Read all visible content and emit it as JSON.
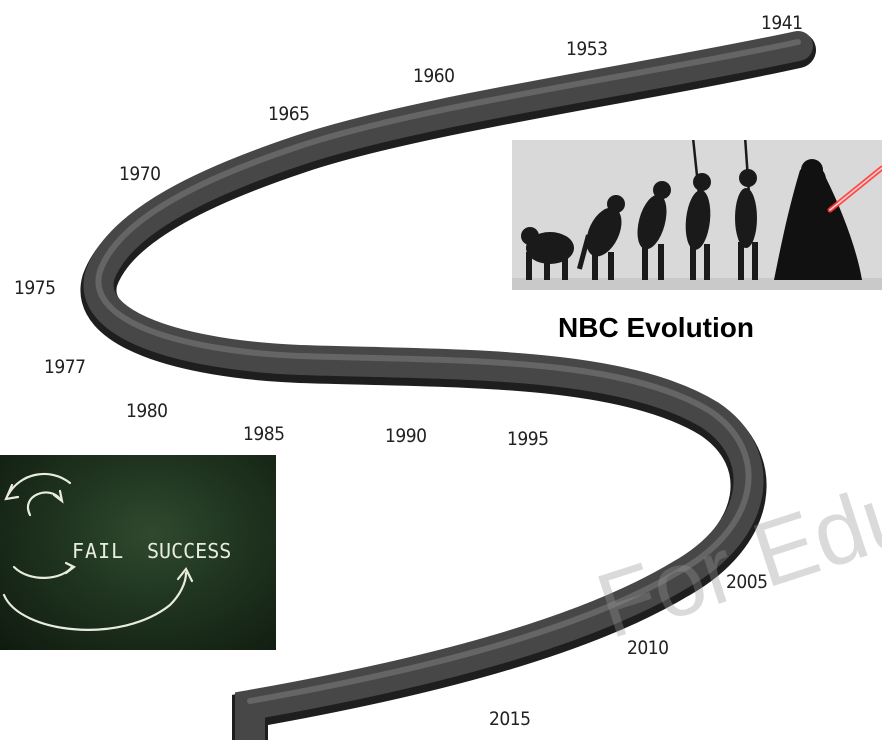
{
  "timeline": {
    "years": [
      "1941",
      "1953",
      "1960",
      "1965",
      "1970",
      "1975",
      "1977",
      "1980",
      "1985",
      "1990",
      "1995",
      "2005",
      "2010",
      "2015"
    ]
  },
  "evolution_image": {
    "caption": "NBC Evolution",
    "saber_color": "#ff3b3b"
  },
  "chalkboard": {
    "text_fail": "FAIL",
    "text_success": "SUCCESS",
    "board_color": "#1f331f",
    "chalk_color": "#e8ecdf"
  },
  "watermark": {
    "text": "For Educa"
  }
}
